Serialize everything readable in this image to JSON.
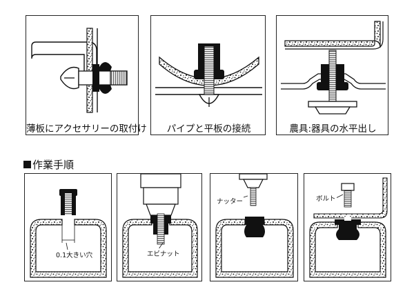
{
  "top_panels": [
    {
      "caption": "薄板にアクセサリーの取付け"
    },
    {
      "caption": "パイプと平板の接続"
    },
    {
      "caption": "農具:器具の水平出し"
    }
  ],
  "section": {
    "title": "作業手順"
  },
  "steps": [
    {
      "label": "0.1大きい穴"
    },
    {
      "label": "エビナット"
    },
    {
      "label": "ナッター"
    },
    {
      "label": "ボルト"
    }
  ]
}
